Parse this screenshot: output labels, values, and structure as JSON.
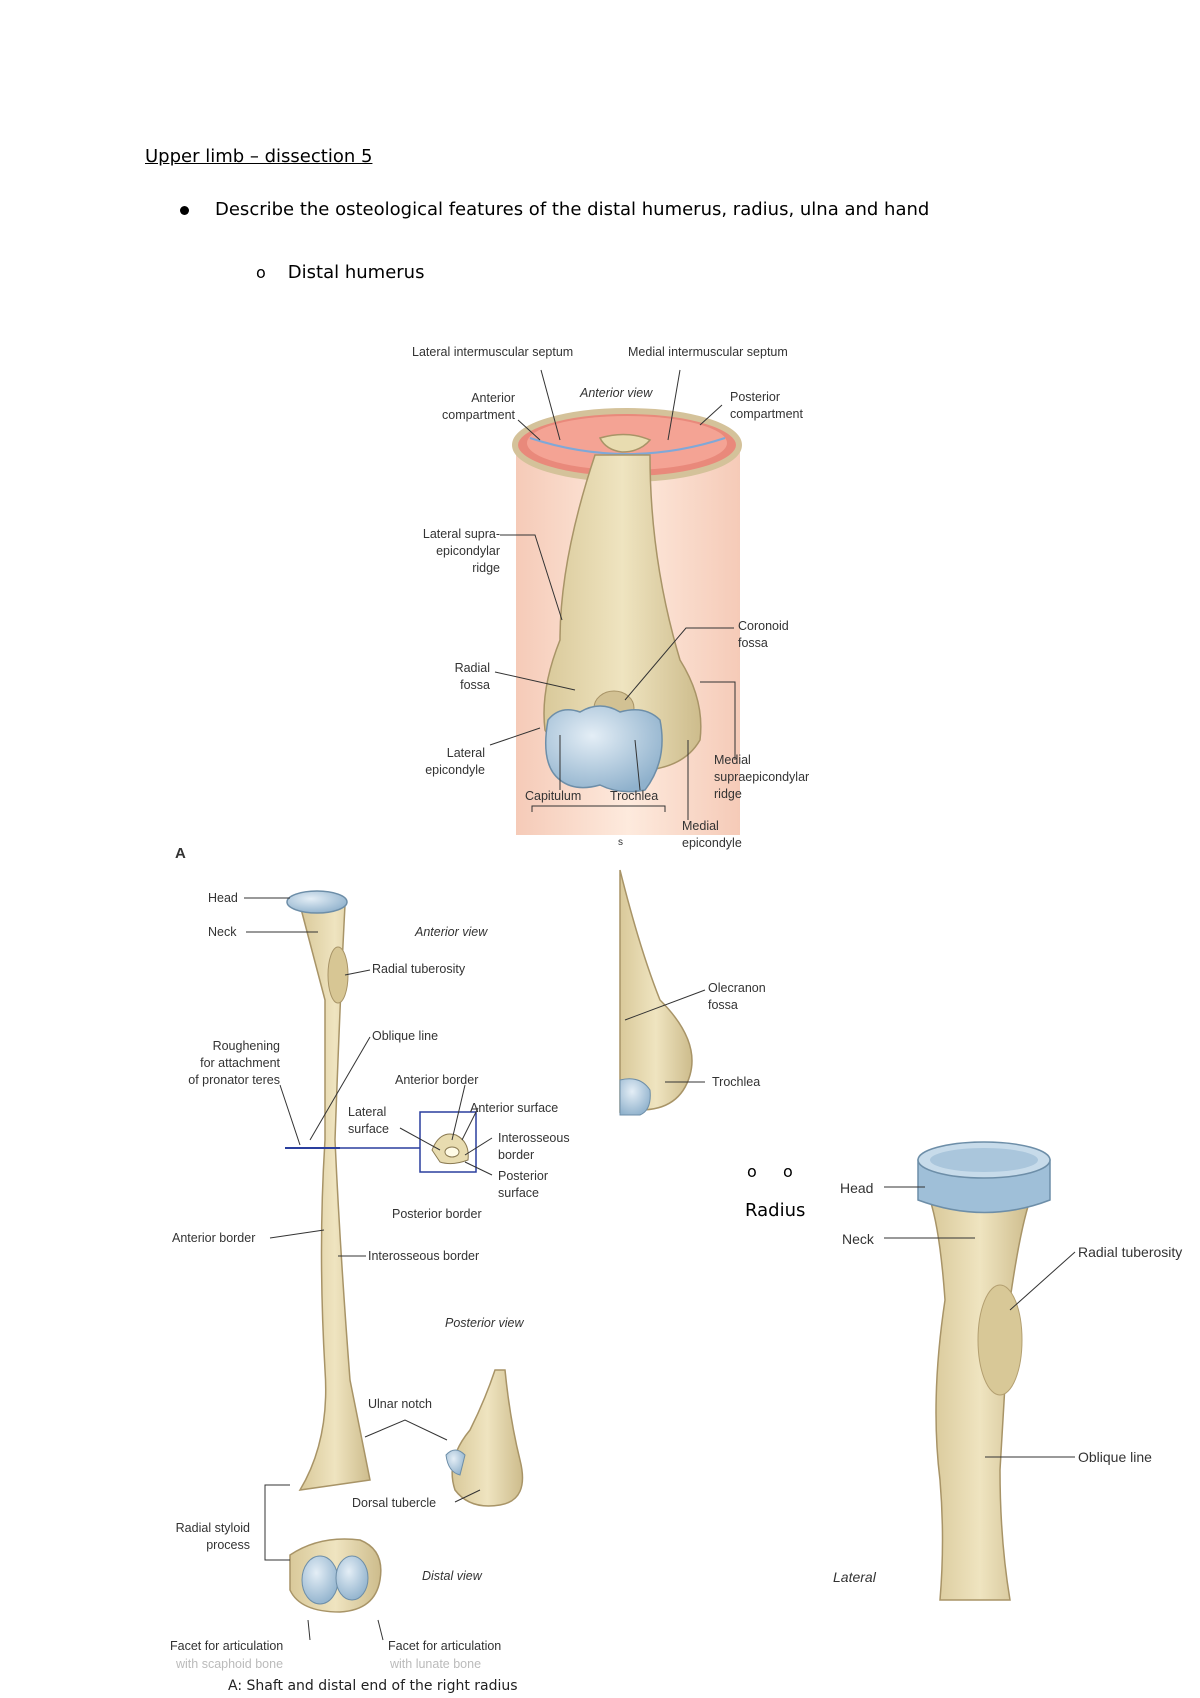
{
  "document": {
    "title": "Upper limb – dissection 5 ",
    "bullet": "Describe the osteological features of the distal humerus, radius, ulna and hand",
    "sub_marker": "o",
    "sub_item": "Distal humerus",
    "radius_markers": [
      "o",
      "o"
    ],
    "radius_heading": "Radius"
  },
  "figure_humerus": {
    "labels": {
      "lateral_septum": "Lateral intermuscular septum",
      "medial_septum": "Medial intermuscular septum",
      "anterior_compartment": "Anterior\ncompartment",
      "anterior_view": "Anterior view",
      "posterior_compartment": "Posterior\ncompartment",
      "lateral_ridge": "Lateral supra-\nepicondylar\nridge",
      "coronoid_fossa": "Coronoid\nfossa",
      "radial_fossa": "Radial\nfossa",
      "lateral_epicondyle": "Lateral\nepicondyle",
      "medial_ridge": "Medial\nsupraepicondylar\nridge",
      "capitulum": "Capitulum",
      "trochlea": "Trochlea",
      "medial_epicondyle": "Medial\nepicondyle",
      "cut_letter": "s",
      "olecranon_fossa": "Olecranon\nfossa",
      "trochlea_posterior": "Trochlea"
    }
  },
  "figure_radius": {
    "panel_letter": "A",
    "labels": {
      "head": "Head",
      "neck": "Neck",
      "anterior_view": "Anterior view",
      "radial_tuberosity": "Radial tuberosity",
      "roughening": "Roughening\nfor attachment\nof pronator teres",
      "oblique_line": "Oblique line",
      "anterior_border_top": "Anterior border",
      "lateral_surface": "Lateral\nsurface",
      "anterior_surface": "Anterior surface",
      "interosseous_border_cs": "Interosseous\nborder",
      "posterior_surface": "Posterior\nsurface",
      "posterior_border": "Posterior border",
      "anterior_border": "Anterior border",
      "interosseous_border": "Interosseous border",
      "posterior_view": "Posterior view",
      "ulnar_notch": "Ulnar notch",
      "dorsal_tubercle": "Dorsal tubercle",
      "radial_styloid": "Radial styloid\nprocess",
      "distal_view": "Distal view",
      "facet_scaphoid": "Facet for articulation",
      "facet_scaphoid_faint": "with scaphoid bone",
      "facet_lunate": "Facet for articulation",
      "facet_lunate_faint": "with lunate bone"
    },
    "caption": "A: Shaft and distal end of the right radius"
  },
  "figure_lateral": {
    "labels": {
      "head": "Head",
      "neck": "Neck",
      "radial_tuberosity": "Radial tuberosity",
      "oblique_line": "Oblique line",
      "view": "Lateral"
    }
  },
  "colors": {
    "bone": "#e8dcb0",
    "bone_shadow": "#c9b98a",
    "cartilage": "#b8d0e0",
    "muscle": "#f0a89a",
    "skin": "#f7d0b8",
    "section_line": "#2a3f9e"
  }
}
